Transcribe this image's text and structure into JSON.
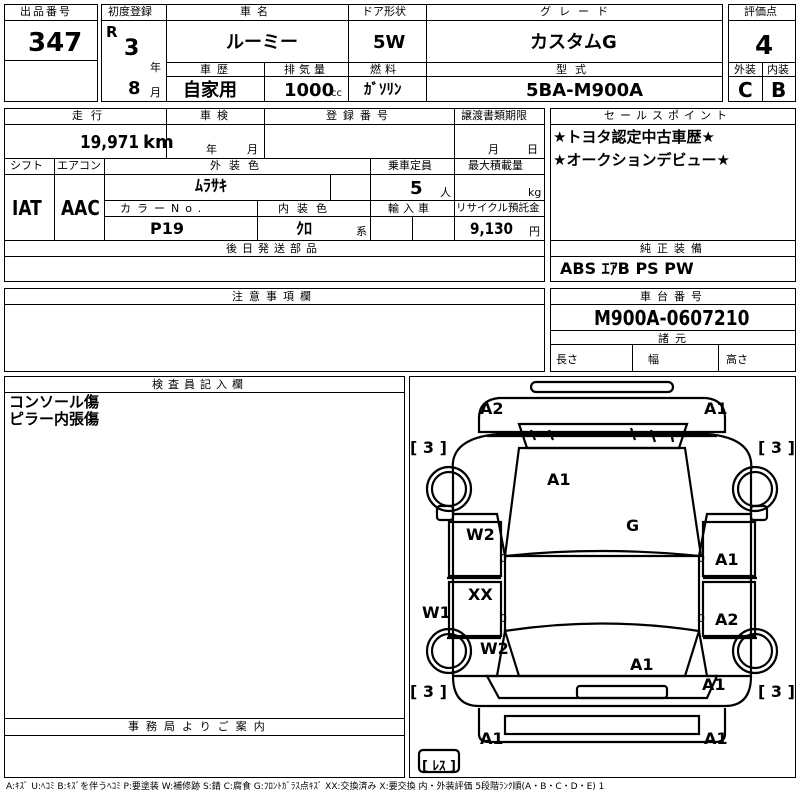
{
  "header": {
    "lot_label": "出品番号",
    "lot_value": "347",
    "first_reg_label": "初度登録",
    "era": "R",
    "year_value": "3",
    "year_unit": "年",
    "month_value": "8",
    "month_unit": "月",
    "car_name_label": "車名",
    "car_name_value": "ルーミー",
    "history_label": "車歴",
    "history_value": "自家用",
    "displacement_label": "排気量",
    "displacement_value": "1000",
    "displacement_unit": "cc",
    "door_label": "ドア形状",
    "door_value": "5W",
    "fuel_label": "燃料",
    "fuel_value": "ｶﾞｿﾘﾝ",
    "grade_label": "グレード",
    "grade_value": "カスタムG",
    "model_label": "型式",
    "model_value": "5BA-M900A",
    "score_label": "評価点",
    "score_value": "4",
    "exterior_label": "外装",
    "exterior_value": "C",
    "interior_label": "内装",
    "interior_value": "B"
  },
  "specs": {
    "mileage_label": "走行",
    "mileage_value": "19,971",
    "mileage_unit": "km",
    "inspection_label": "車検",
    "inspection_year_unit": "年",
    "inspection_month_unit": "月",
    "registration_label": "登録番号",
    "transfer_label": "譲渡書類期限",
    "transfer_month_unit": "月",
    "transfer_day_unit": "日",
    "shift_label": "シフト",
    "shift_value": "IAT",
    "ac_label": "エアコン",
    "ac_value": "AAC",
    "exterior_color_label": "外装色",
    "exterior_color_value": "ﾑﾗｻｷ",
    "capacity_label": "乗車定員",
    "capacity_value": "5",
    "capacity_unit": "人",
    "max_load_label": "最大積載量",
    "max_load_unit": "kg",
    "color_no_label": "カラーNo.",
    "color_no_value": "P19",
    "interior_color_label": "内装色",
    "interior_color_value": "ｸﾛ",
    "interior_color_unit": "系",
    "import_label": "輸入車",
    "recycle_label": "リサイクル預託金",
    "recycle_value": "9,130",
    "recycle_unit": "円",
    "later_parts_label": "後日発送部品"
  },
  "selling_points": {
    "label": "セールスポイント",
    "items": [
      "★トヨタ認定中古車歴★",
      "★オークションデビュー★"
    ]
  },
  "equipment": {
    "label": "純正装備",
    "value": "ABS ｴｱB PS PW"
  },
  "notes": {
    "label": "注意事項欄"
  },
  "chassis": {
    "label": "車台番号",
    "value": "M900A-0607210",
    "dims_label": "諸元",
    "length_label": "長さ",
    "width_label": "幅",
    "height_label": "高さ"
  },
  "inspector": {
    "label": "検査員記入欄",
    "lines": [
      "コンソール傷",
      "ピラー内張傷"
    ]
  },
  "office": {
    "label": "事務局よりご案内"
  },
  "diagram": {
    "tire_marks": [
      "[ 3 ]",
      "[ 3 ]",
      "[ 3 ]",
      "[ 3 ]"
    ],
    "marks": [
      "A2",
      "A1",
      "A1",
      "G",
      "W2",
      "XX",
      "W1",
      "W2",
      "A1",
      "A2",
      "A1",
      "A1",
      "A1",
      "A1"
    ],
    "zeros": [
      "0",
      "0",
      "0",
      "0"
    ],
    "spare_label": "[ ﾚｽ ]"
  },
  "legend": "A:ｷｽﾞ U:ﾍｺﾐ B:ｷｽﾞを伴うﾍｺﾐ P:要塗装 W:補修跡 S:錆 C:腐食 G:ﾌﾛﾝﾄｶﾞﾗｽ点ｷｽﾞ XX:交換済み X:要交換 内・外装評価 5段階ﾗﾝｸ順(A・B・C・D・E) 1"
}
